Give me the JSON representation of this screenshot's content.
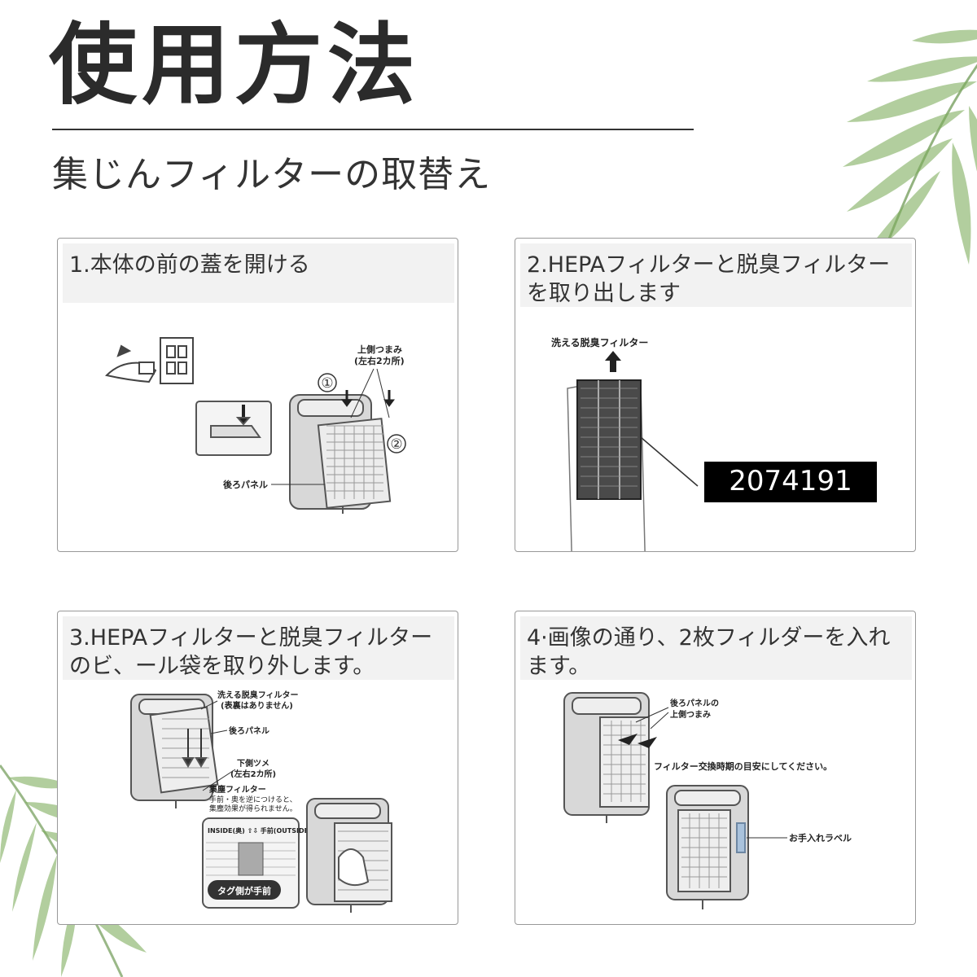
{
  "header": {
    "title": "使用方法",
    "subtitle": "集じんフィルターの取替え"
  },
  "steps": [
    {
      "caption": "1.本体の前の蓋を開ける",
      "labels": {
        "top_knob": "上側つまみ",
        "top_knob_note": "(左右2カ所)",
        "num1": "①",
        "num2": "②",
        "rear_panel": "後ろパネル"
      }
    },
    {
      "caption": "2.HEPAフィルターと脱臭フィルターを取り出します",
      "labels": {
        "washable_filter": "洗える脱臭フィルター",
        "part_number": "2074191"
      }
    },
    {
      "caption": "3.HEPAフィルターと脱臭フィルターのビ、ール袋を取り外します。",
      "labels": {
        "washable_filter": "洗える脱臭フィルター",
        "washable_note": "(表裏はありません)",
        "rear_panel": "後ろパネル",
        "lower_claw": "下側ツメ",
        "lower_claw_note": "(左右2カ所)",
        "dust_filter": "集塵フィルター",
        "dust_note1": "手前・奥を逆につけると、",
        "dust_note2": "集塵効果が得られません。",
        "inside_outside": "INSIDE(奥) ⇧⇩ 手前(OUTSIDE)",
        "tag_side": "タグ側が手前"
      }
    },
    {
      "caption": "4·画像の通り、2枚フィルダーを入れます。",
      "labels": {
        "rear_knob": "後ろパネルの",
        "rear_knob2": "上側つまみ",
        "guide": "フィルター交換時期の目安にしてください。",
        "care_label": "お手入れラベル"
      }
    }
  ]
}
